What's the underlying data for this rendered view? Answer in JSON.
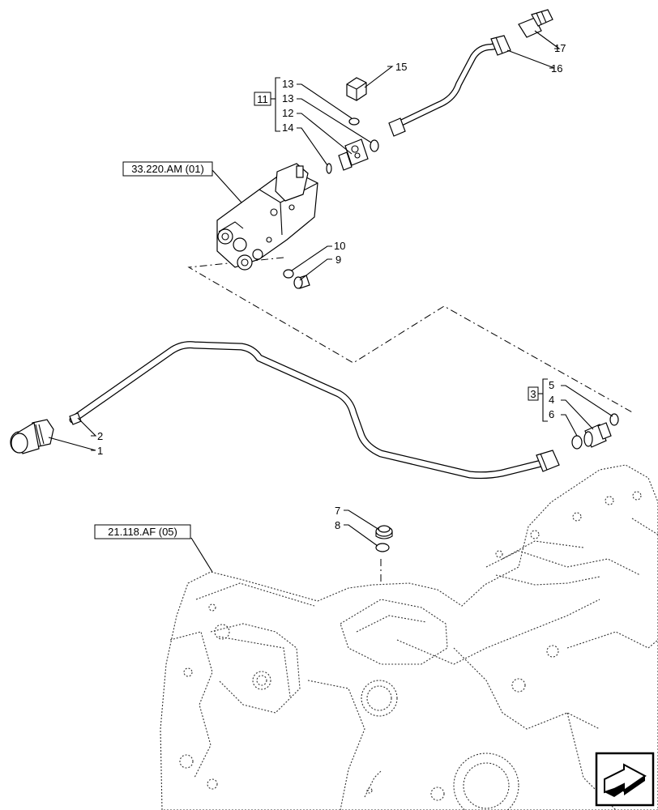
{
  "references": {
    "valve_ref": "33.220.AM (01)",
    "housing_ref": "21.118.AF (05)"
  },
  "kits": {
    "kit_11": "11",
    "kit_3": "3"
  },
  "callouts": {
    "c1": "1",
    "c2": "2",
    "c4": "4",
    "c5": "5",
    "c6": "6",
    "c7": "7",
    "c8": "8",
    "c9": "9",
    "c10": "10",
    "c12": "12",
    "c13a": "13",
    "c13b": "13",
    "c14": "14",
    "c15": "15",
    "c16": "16",
    "c17": "17"
  },
  "nav_icon": "next-page-arrow-icon"
}
